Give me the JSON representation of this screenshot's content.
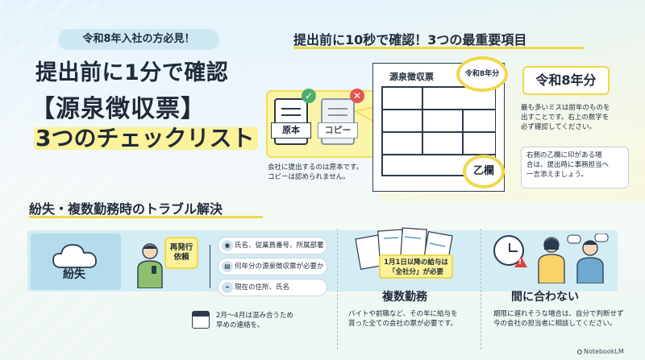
{
  "header": {
    "badge": "令和8年入社の方必見！",
    "title_line1": "提出前に1分で確認",
    "title_line2": "【源泉徴収票】",
    "title_line3": "3つのチェックリスト"
  },
  "check_section": {
    "heading": "提出前に10秒で確認！3つの最重要項目",
    "original_label": "原本",
    "copy_label": "コピー",
    "original_note_line1": "会社に提出するのは原本です。",
    "original_note_line2": "コピーは認められません。",
    "form_title": "源泉徴収票",
    "era_circle_label": "令和8年分",
    "otsu_circle_label": "乙欄",
    "era_box": "令和8年分",
    "era_desc_line1": "最も多いミスは前年のものを",
    "era_desc_line2": "出すことです。右上の数字を",
    "era_desc_line3": "必ず確認してください。",
    "otsu_desc_line1": "右側の乙欄に印がある場",
    "otsu_desc_line2": "合は、提出時に事務担当へ",
    "otsu_desc_line3": "一言添えましょう。"
  },
  "trouble_section": {
    "heading": "紛失・複数勤務時のトラブル解決",
    "lost": {
      "label": "紛失",
      "reissue_line1": "再発行",
      "reissue_line2": "依頼",
      "requirements": [
        {
          "icon": "person-icon",
          "text": "氏名、従業員番号、所属部署"
        },
        {
          "icon": "document-icon",
          "text": "何年分の源泉徴収票が必要か"
        },
        {
          "icon": "location-icon",
          "text": "現在の住所、氏名"
        }
      ],
      "calendar_note_line1": "2月〜4月は混み合うため",
      "calendar_note_line2": "早めの連絡を。"
    },
    "multi": {
      "label": "複数勤務",
      "salary_line1": "1月1日以降の給与は",
      "salary_line2": "「全社分」が必要",
      "desc_line1": "バイトや前職など、その年に給与を",
      "desc_line2": "貰った全ての会社の票が必要です。"
    },
    "late": {
      "label": "間に合わない",
      "desc_line1": "期限に遅れそうな場合は、自分で判断せず",
      "desc_line2": "今の会社の担当者に相談してください。"
    }
  },
  "footer": {
    "brand": "NotebookLM"
  },
  "colors": {
    "accent_yellow": "#fbf29a",
    "accent_border": "#f0d84b",
    "band_blue": "#cae8f3",
    "ok_green": "#4cae6d",
    "ng_red": "#e05555"
  }
}
